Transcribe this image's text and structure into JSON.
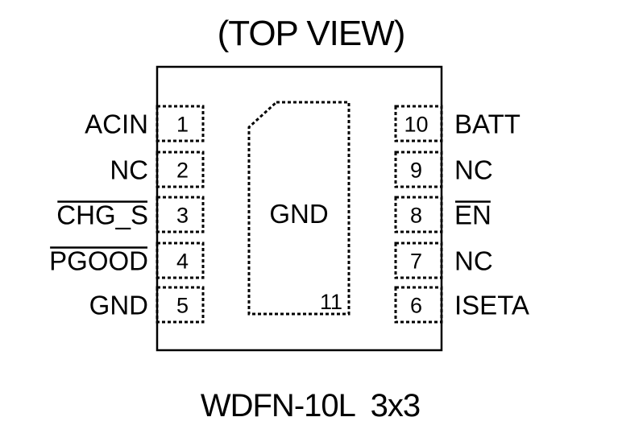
{
  "title": "(TOP VIEW)",
  "package_label": "WDFN-10L  3x3",
  "exposed_pad": {
    "label": "GND",
    "number": "11"
  },
  "pins_left": [
    {
      "number": "1",
      "name": "ACIN",
      "overbar": false
    },
    {
      "number": "2",
      "name": "NC",
      "overbar": false
    },
    {
      "number": "3",
      "name": "CHG_S",
      "overbar": true
    },
    {
      "number": "4",
      "name": "PGOOD",
      "overbar": true
    },
    {
      "number": "5",
      "name": "GND",
      "overbar": false
    }
  ],
  "pins_right": [
    {
      "number": "10",
      "name": "BATT",
      "overbar": false
    },
    {
      "number": "9",
      "name": "NC",
      "overbar": false
    },
    {
      "number": "8",
      "name": "EN",
      "overbar": true
    },
    {
      "number": "7",
      "name": "NC",
      "overbar": false
    },
    {
      "number": "6",
      "name": "ISETA",
      "overbar": false
    }
  ]
}
